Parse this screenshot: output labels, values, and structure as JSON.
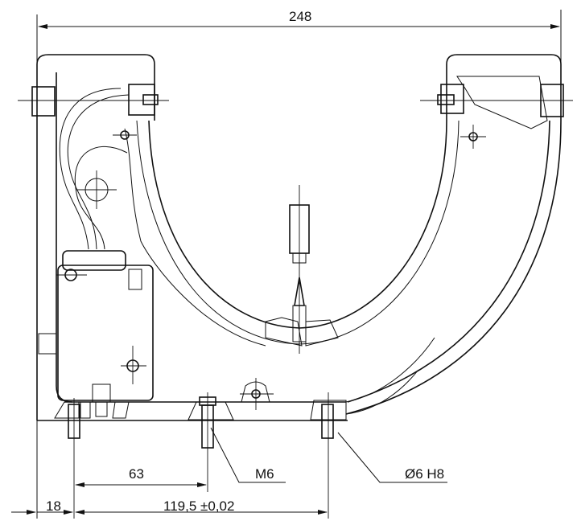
{
  "dimensions": {
    "overall_width": "248",
    "pin_to_thread": "63",
    "left_offset": "18",
    "pin_spacing": "119,5 ±0,02"
  },
  "callouts": {
    "thread": "M6",
    "pin_hole": "Ø6 H8"
  }
}
